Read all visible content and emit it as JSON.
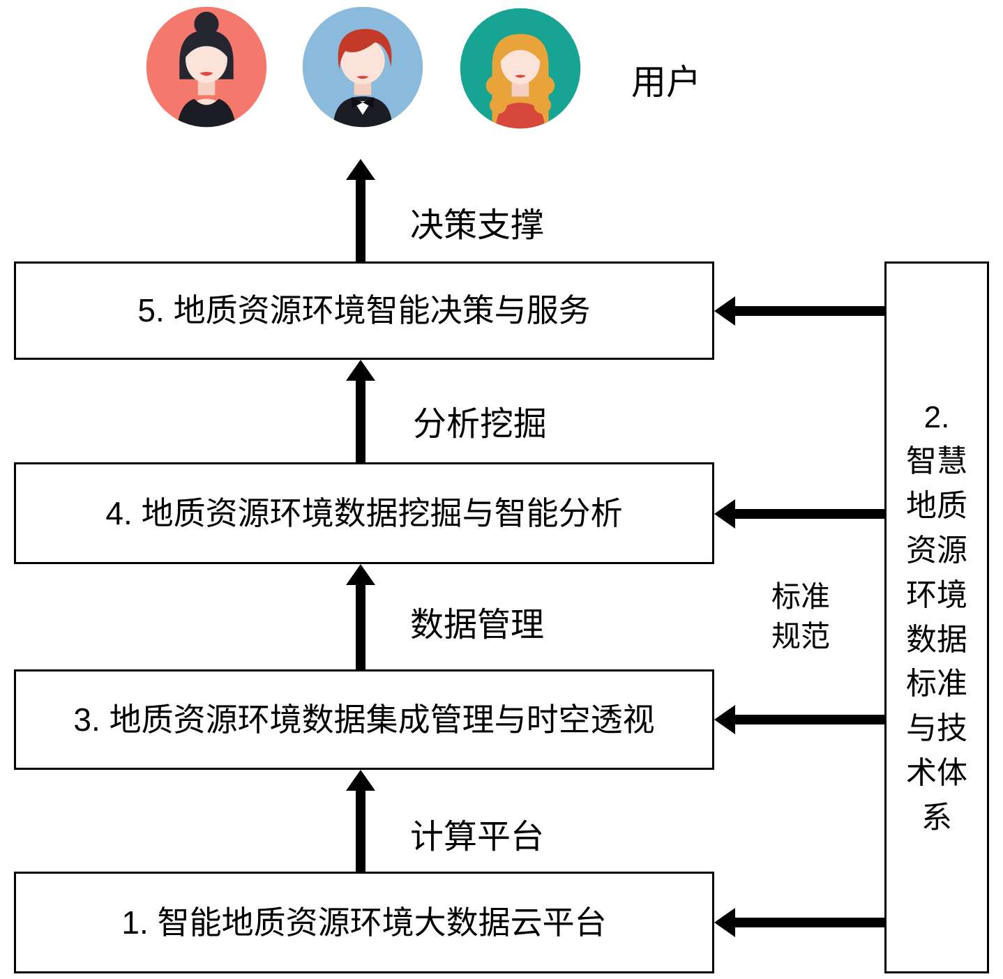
{
  "users": {
    "label": "用户",
    "avatars": [
      {
        "name": "woman-dark-bun",
        "bg": "#F4796C"
      },
      {
        "name": "man-red-hair",
        "bg": "#8ABBDC"
      },
      {
        "name": "woman-blonde",
        "bg": "#17A492"
      }
    ]
  },
  "flow": {
    "layers": [
      {
        "label": "5. 地质资源环境智能决策与服务"
      },
      {
        "label": "4. 地质资源环境数据挖掘与智能分析"
      },
      {
        "label": "3. 地质资源环境数据集成管理与时空透视"
      },
      {
        "label": "1. 智能地质资源环境大数据云平台"
      }
    ],
    "arrow_labels": {
      "decision_support": "决策支撑",
      "analysis_mining": "分析挖掘",
      "data_management": "数据管理",
      "computing_platform": "计算平台"
    }
  },
  "standards": {
    "box_label": "2.\n智慧\n地质\n资源\n环境\n数据\n标准\n与技\n术体\n系",
    "note": "标准\n规范"
  },
  "colors": {
    "line": "#000000",
    "background": "#FFFFFF"
  }
}
